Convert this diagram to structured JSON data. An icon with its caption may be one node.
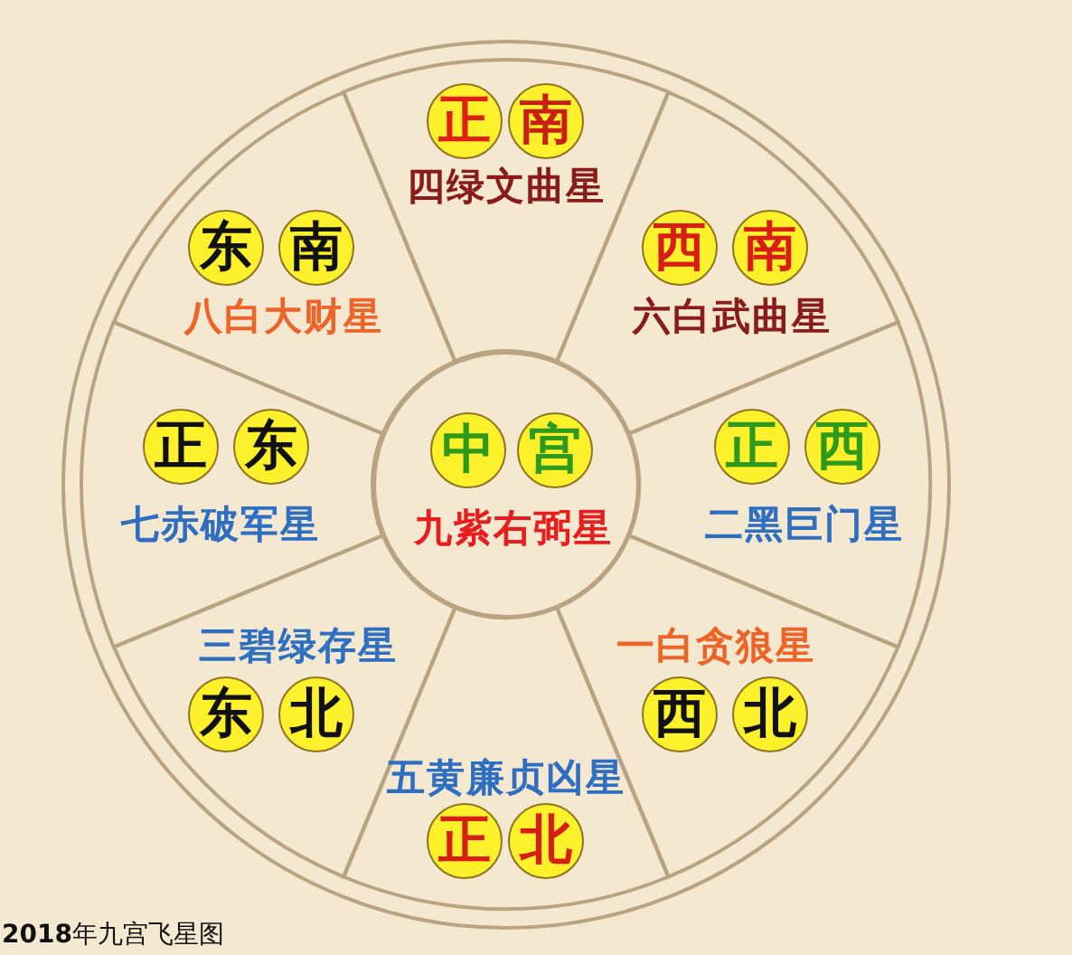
{
  "diagram": {
    "caption": "**2018**年九宫飞星图",
    "nodes": [
      {
        "text": [
          "四绿文曲星"
        ]
      },
      {
        "text": [
          "正"
        ],
        "in": 0
      },
      {
        "text": [
          "南"
        ],
        "in": 0
      },
      {
        "text": [
          "八白大财星"
        ]
      },
      {
        "text": [
          "东"
        ],
        "in": 3
      },
      {
        "text": [
          "南"
        ],
        "in": 3
      },
      {
        "text": [
          "六白武曲星"
        ]
      },
      {
        "text": [
          "西"
        ],
        "in": 6
      },
      {
        "text": [
          "南"
        ],
        "in": 6
      },
      {
        "text": [
          "七赤破军星"
        ]
      },
      {
        "text": [
          "正"
        ],
        "in": 9
      },
      {
        "text": [
          "东"
        ],
        "in": 9
      },
      {
        "text": [
          "九紫右弼星"
        ]
      },
      {
        "text": [
          "中"
        ],
        "in": 12
      },
      {
        "text": [
          "宫"
        ],
        "in": 12
      },
      {
        "text": [
          "二黑巨门星"
        ]
      },
      {
        "text": [
          "正"
        ],
        "in": 15
      },
      {
        "text": [
          "西"
        ],
        "in": 15
      },
      {
        "text": [
          "三碧绿存星"
        ]
      },
      {
        "text": [
          "东"
        ],
        "in": 18
      },
      {
        "text": [
          "北"
        ],
        "in": 18
      },
      {
        "text": [
          "一白贪狼星"
        ]
      },
      {
        "text": [
          "西"
        ],
        "in": 21
      },
      {
        "text": [
          "北"
        ],
        "in": 21
      },
      {
        "text": [
          "五黄廉贞凶星"
        ]
      },
      {
        "text": [
          "正"
        ],
        "in": 24
      },
      {
        "text": [
          "北"
        ],
        "in": 24
      }
    ]
  }
}
